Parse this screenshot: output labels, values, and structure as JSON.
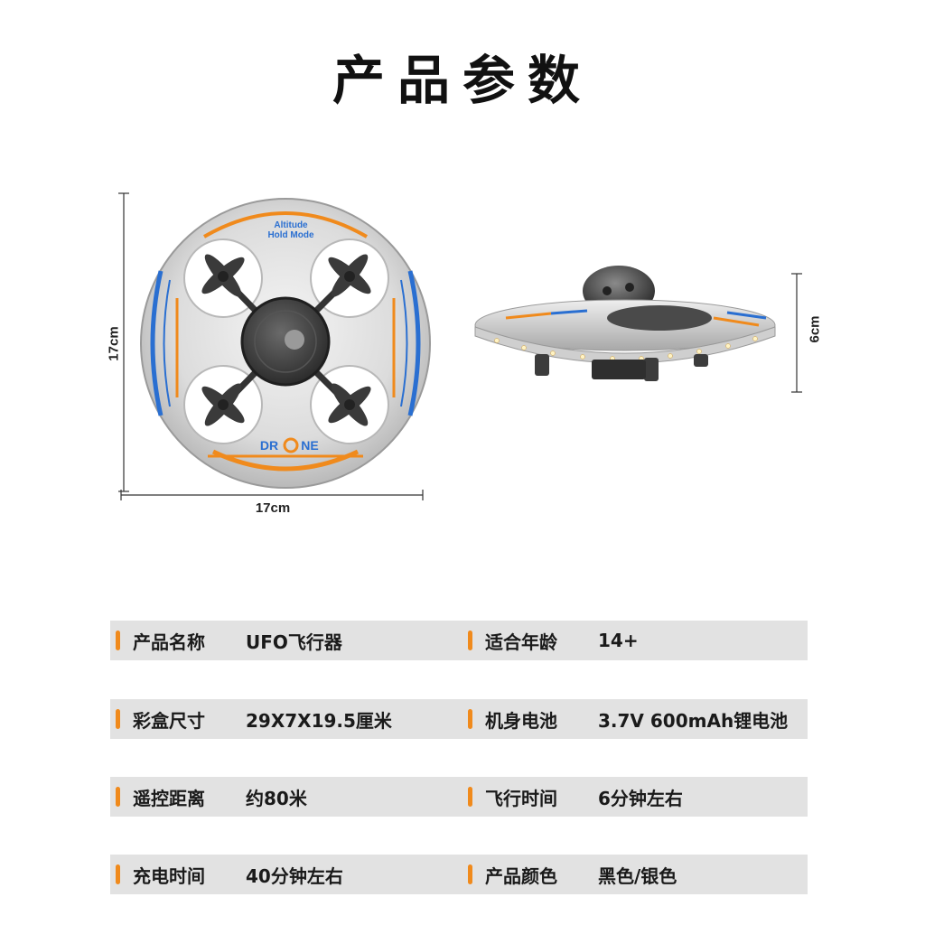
{
  "title": "产品参数",
  "dimensions": {
    "height": "17cm",
    "width": "17cm",
    "thickness": "6cm"
  },
  "drone_labels": {
    "mode_line1": "Altitude",
    "mode_line2": "Hold Mode",
    "brand_left": "DR",
    "brand_right": "NE"
  },
  "colors": {
    "accent_orange": "#f08a1c",
    "accent_blue": "#2a6fd1",
    "row_bg": "#e2e2e2"
  },
  "specs": [
    {
      "k1": "产品名称",
      "v1": "UFO飞行器",
      "k2": "适合年龄",
      "v2": "14+"
    },
    {
      "k1": "彩盒尺寸",
      "v1": "29X7X19.5厘米",
      "k2": "机身电池",
      "v2": "3.7V 600mAh锂电池"
    },
    {
      "k1": "遥控距离",
      "v1": "约80米",
      "k2": "飞行时间",
      "v2": "6分钟左右"
    },
    {
      "k1": "充电时间",
      "v1": "40分钟左右",
      "k2": "产品颜色",
      "v2": "黑色/银色"
    }
  ]
}
